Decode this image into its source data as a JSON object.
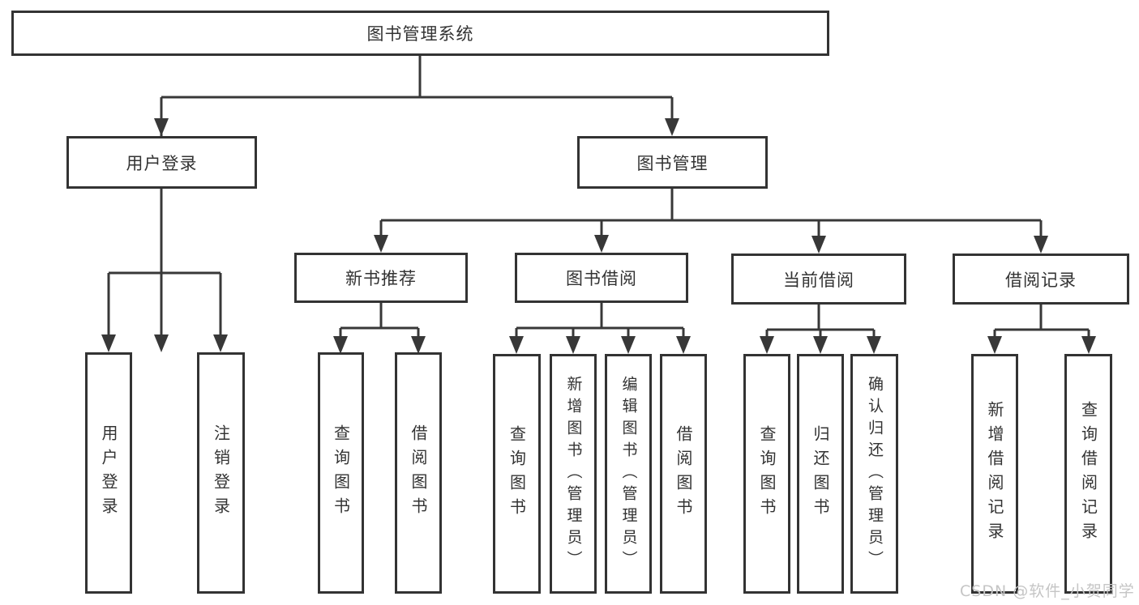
{
  "tree": {
    "label": "图书管理系统",
    "children": [
      {
        "label": "用户登录",
        "children": [
          {
            "label": "用户登录"
          },
          {
            "label": "注销登录"
          }
        ]
      },
      {
        "label": "图书管理",
        "children": [
          {
            "label": "新书推荐",
            "children": [
              {
                "label": "查询图书"
              },
              {
                "label": "借阅图书"
              }
            ]
          },
          {
            "label": "图书借阅",
            "children": [
              {
                "label": "查询图书"
              },
              {
                "label": "新增图书（管理员）"
              },
              {
                "label": "编辑图书（管理员）"
              },
              {
                "label": "借阅图书"
              }
            ]
          },
          {
            "label": "当前借阅",
            "children": [
              {
                "label": "查询图书"
              },
              {
                "label": "归还图书"
              },
              {
                "label": "确认归还（管理员）"
              }
            ]
          },
          {
            "label": "借阅记录",
            "children": [
              {
                "label": "新增借阅记录"
              },
              {
                "label": "查询借阅记录"
              }
            ]
          }
        ]
      }
    ]
  },
  "watermark": "CSDN @软件_小贺同学",
  "colors": {
    "line": "#383838",
    "box_border": "#333333",
    "text": "#333333",
    "watermark": "#c5c5c5",
    "background": "#ffffff"
  }
}
